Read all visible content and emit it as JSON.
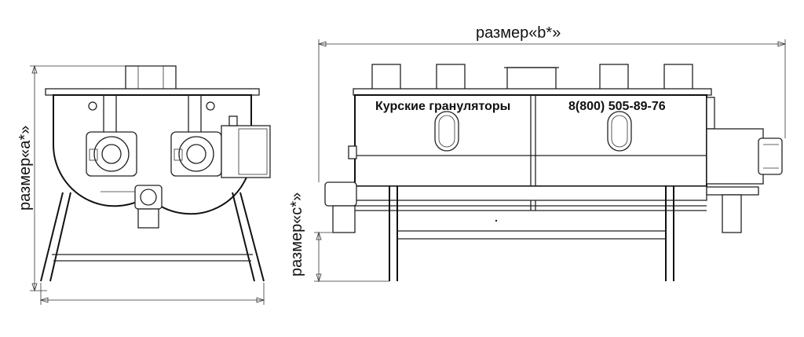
{
  "dimensions": {
    "a": "размер«a*»",
    "b": "размер«b*»",
    "c": "размер«c*»"
  },
  "branding": {
    "company": "Курские грануляторы",
    "phone": "8(800) 505-89-76"
  }
}
